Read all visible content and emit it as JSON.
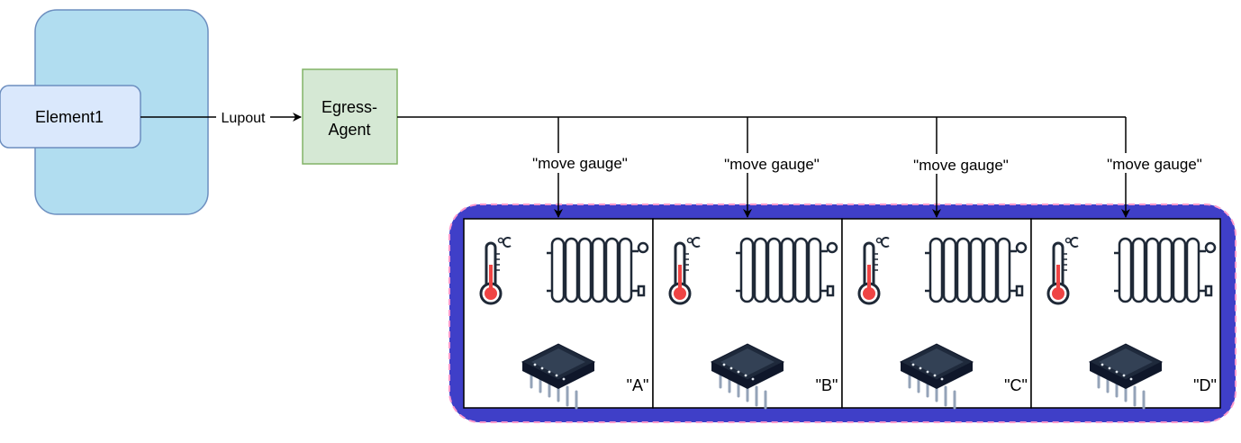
{
  "nodes": {
    "element1": {
      "label": "Element1",
      "container_fill": "#b1ddf0",
      "fill": "#dae8fc",
      "stroke": "#6c8ebf"
    },
    "agent": {
      "label_line1": "Egress-",
      "label_line2": "Agent",
      "fill": "#d5e8d4",
      "stroke": "#82b366"
    }
  },
  "edges": {
    "main": {
      "label": "Lupout"
    },
    "branch_label": "\"move gauge\""
  },
  "group": {
    "fill": "#3f3fc8",
    "dash_color": "#ff99cc"
  },
  "cells": [
    {
      "label": "\"A\""
    },
    {
      "label": "\"B\""
    },
    {
      "label": "\"C\""
    },
    {
      "label": "\"D\""
    }
  ],
  "icons": [
    "thermometer-icon",
    "radiator-icon",
    "microchip-icon"
  ],
  "colors": {
    "thermo_bulb": "#ef4444",
    "thermo_body": "#1f2937",
    "chip_body": "#1e293b"
  }
}
